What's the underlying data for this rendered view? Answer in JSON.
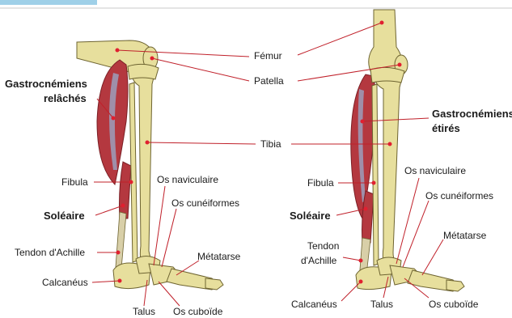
{
  "colors": {
    "bone": "#e7df9d",
    "bone_shadow": "#b9ab5d",
    "bone_outline": "#6e6431",
    "muscle": "#b4383f",
    "muscle_dark": "#7a1f25",
    "fascia": "#9aa5c4",
    "leader_line": "#c0202a",
    "marker": "#e02030",
    "top_bar": "#9fd0e8"
  },
  "labels": {
    "femur": "Fémur",
    "patella": "Patella",
    "tibia": "Tibia",
    "gastroc_relaxed_1": "Gastrocnémiens",
    "gastroc_relaxed_2": "relâchés",
    "gastroc_stretched_1": "Gastrocnémiens",
    "gastroc_stretched_2": "étirés",
    "fibula_left": "Fibula",
    "fibula_right": "Fibula",
    "soleus_left": "Soléaire",
    "soleus_right": "Soléaire",
    "navicular_left": "Os naviculaire",
    "navicular_right": "Os naviculaire",
    "cuneiform_left": "Os cunéiformes",
    "cuneiform_right": "Os cunéiformes",
    "metatarsal_left": "Métatarse",
    "metatarsal_right": "Métatarse",
    "achilles_left": "Tendon d'Achille",
    "achilles_right_1": "Tendon",
    "achilles_right_2": "d'Achille",
    "calcaneus_left": "Calcanéus",
    "calcaneus_right": "Calcanéus",
    "talus_left": "Talus",
    "talus_right": "Talus",
    "cuboid_left": "Os cuboïde",
    "cuboid_right": "Os cuboïde"
  }
}
